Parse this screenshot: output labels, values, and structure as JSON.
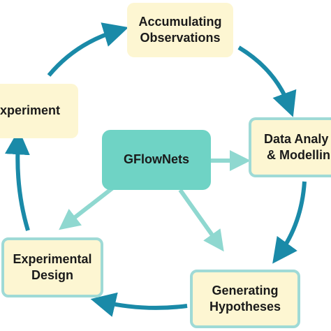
{
  "diagram": {
    "center_node": {
      "label": "GFlowNets"
    },
    "cycle_nodes": [
      {
        "id": "accumulating",
        "lines": [
          "Accumulating",
          "Observations"
        ]
      },
      {
        "id": "analysis",
        "lines": [
          "Data Analy",
          "& Modellin"
        ]
      },
      {
        "id": "hypotheses",
        "lines": [
          "Generating",
          "Hypotheses"
        ]
      },
      {
        "id": "design",
        "lines": [
          "Experimental",
          "Design"
        ]
      },
      {
        "id": "experiment",
        "lines": [
          "xperiment"
        ]
      }
    ],
    "colors": {
      "cycle_arrow": "#1a8aa8",
      "center_arrow": "#8fd8d0",
      "node_fill": "#fdf6d2",
      "node_border": "#9fdad6",
      "center_fill": "#6fd3c5"
    }
  }
}
